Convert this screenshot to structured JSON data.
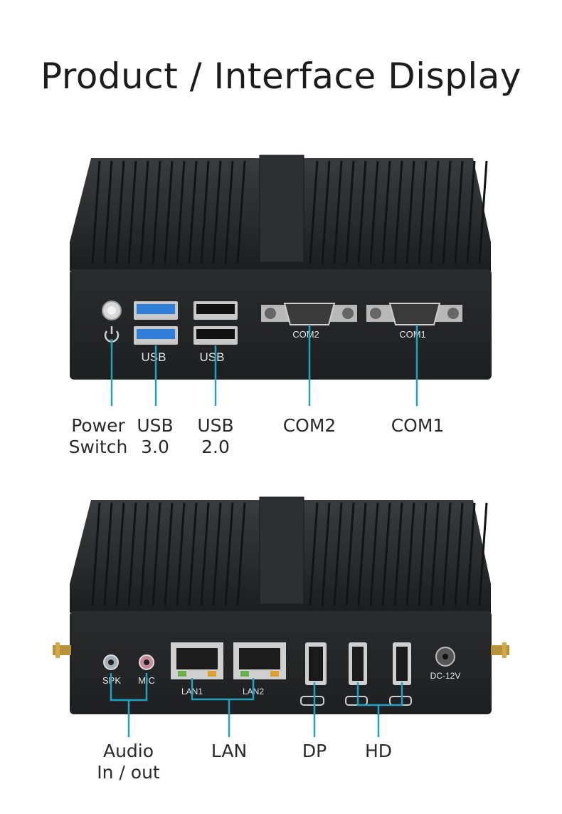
{
  "title": "Product / Interface Display",
  "front_panel": {
    "port_markings": {
      "usb_a": "USB",
      "usb_b": "USB",
      "com2": "COM2",
      "com1": "COM1"
    },
    "callouts": [
      {
        "lines": [
          "Power",
          "Switch"
        ]
      },
      {
        "lines": [
          "USB",
          "3.0"
        ]
      },
      {
        "lines": [
          "USB",
          "2.0"
        ]
      },
      {
        "lines": [
          "COM2"
        ]
      },
      {
        "lines": [
          "COM1"
        ]
      }
    ]
  },
  "back_panel": {
    "port_markings": {
      "spk": "SPK",
      "mic": "MIC",
      "lan1": "LAN1",
      "lan2": "LAN2",
      "dc": "DC-12V"
    },
    "callouts": [
      {
        "lines": [
          "Audio",
          "In / out"
        ]
      },
      {
        "lines": [
          "LAN"
        ]
      },
      {
        "lines": [
          "DP"
        ]
      },
      {
        "lines": [
          "HD"
        ]
      }
    ]
  },
  "colors": {
    "chassis": "#2b2c2e",
    "callout_line": "#1fa3c4",
    "usb3_blue": "#2f7fd8",
    "text": "#2a2a2a"
  }
}
